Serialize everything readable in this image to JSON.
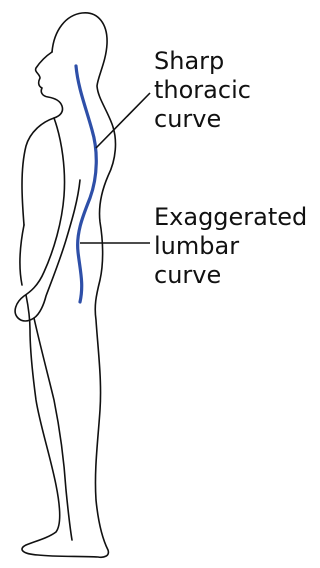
{
  "annotations": {
    "thoracic": {
      "lines": [
        "Sharp",
        "thoracic",
        "curve"
      ]
    },
    "lumbar": {
      "lines": [
        "Exaggerated",
        "lumbar",
        "curve"
      ]
    }
  },
  "colors": {
    "outline": "#111111",
    "spine": "#2e4fa8",
    "background": "#ffffff"
  }
}
